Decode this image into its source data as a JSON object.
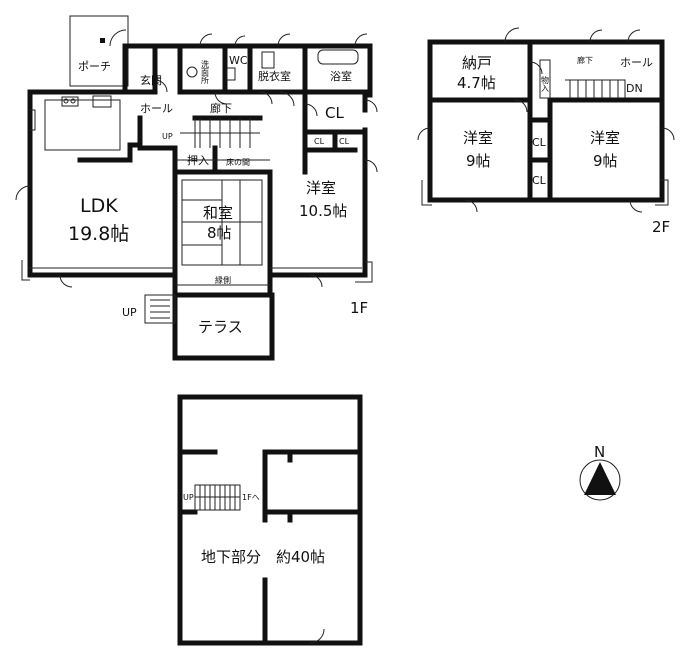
{
  "floor1": {
    "label": "1F",
    "rooms": {
      "porch": "ポーチ",
      "entrance": "玄関",
      "washroom": "洗面所",
      "wc": "WC",
      "dressing": "脱衣室",
      "bath": "浴室",
      "hall": "ホール",
      "corridor": "廊下",
      "closet": "CL",
      "cl_a": "CL",
      "cl_b": "CL",
      "up": "UP",
      "up_terrace": "UP",
      "oshiire": "押入",
      "tokonoma": "床の間",
      "ldk_name": "LDK",
      "ldk_size": "19.8帖",
      "washitsu_name": "和室",
      "washitsu_size": "8帖",
      "youshitsu_name": "洋室",
      "youshitsu_size": "10.5帖",
      "engawa": "縁側",
      "terrace": "テラス"
    }
  },
  "floor2": {
    "label": "2F",
    "rooms": {
      "nando_name": "納戸",
      "nando_size": "4.7帖",
      "corridor": "廊下",
      "hall": "ホール",
      "storage": "物入",
      "dn": "DN",
      "room1_name": "洋室",
      "room1_size": "9帖",
      "room2_name": "洋室",
      "room2_size": "9帖",
      "cl1": "CL",
      "cl2": "CL"
    }
  },
  "basement": {
    "up": "UP",
    "to_1f": "1Fへ",
    "label": "地下部分　約40帖"
  },
  "compass": {
    "north": "N"
  }
}
